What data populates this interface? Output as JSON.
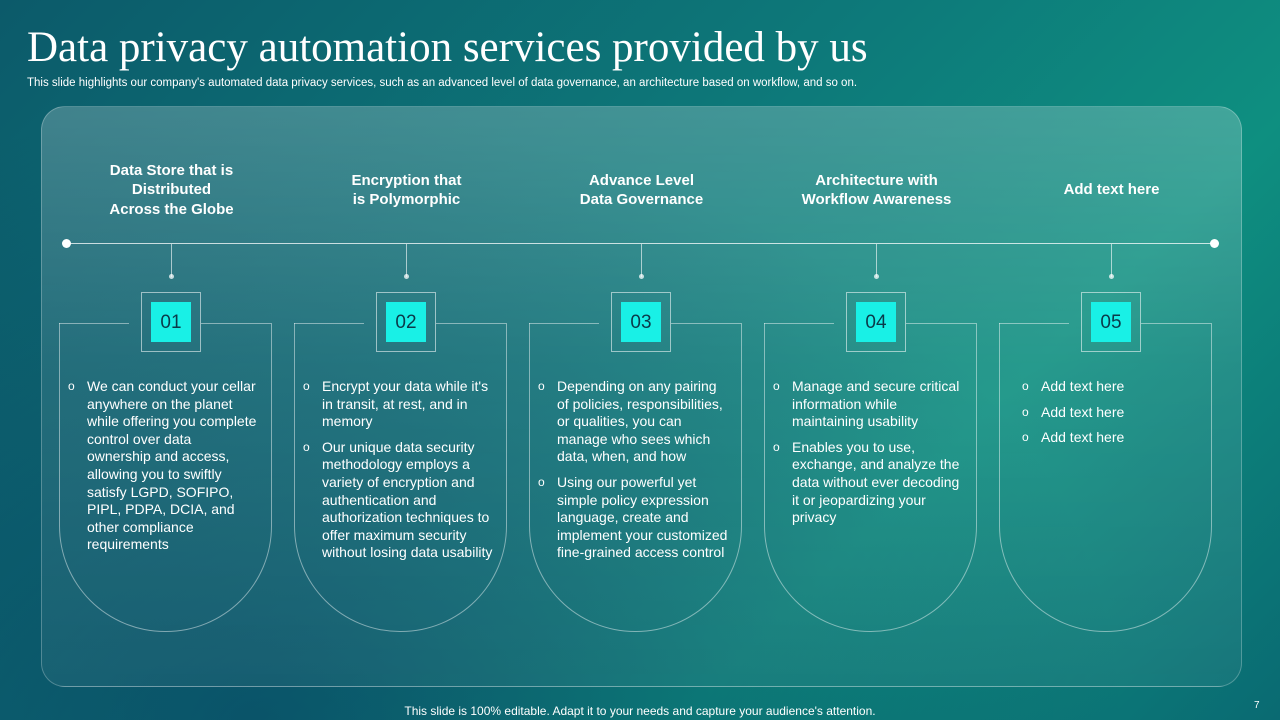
{
  "slide": {
    "title": "Data privacy automation services provided by us",
    "subtitle": "This slide highlights our company's automated data privacy services, such as an advanced level of data governance, an architecture based on workflow, and so on.",
    "footer": "This slide is 100% editable. Adapt it to your needs and capture your audience's attention.",
    "page_number": "7"
  },
  "columns": [
    {
      "heading": "Data Store that is\nDistributed\nAcross the Globe",
      "number": "01",
      "bullets": [
        "We can conduct your cellar anywhere on the planet while offering you complete control over data ownership and access, allowing you to swiftly satisfy LGPD, SOFIPO, PIPL, PDPA, DCIA, and other compliance requirements"
      ]
    },
    {
      "heading": "Encryption that\nis Polymorphic",
      "number": "02",
      "bullets": [
        "Encrypt your data while it's in transit, at rest, and in memory",
        "Our unique data security methodology employs a variety of encryption and authentication and authorization techniques to offer maximum security without losing data usability"
      ]
    },
    {
      "heading": "Advance Level\nData Governance",
      "number": "03",
      "bullets": [
        "Depending on any pairing of policies, responsibilities, or qualities, you can manage who sees which data, when, and how",
        "Using our powerful yet simple policy expression language, create and implement your customized fine-grained access control"
      ]
    },
    {
      "heading": "Architecture with\nWorkflow Awareness",
      "number": "04",
      "bullets": [
        "Manage and secure critical information while maintaining usability",
        "Enables you to use, exchange, and analyze the data without ever decoding it or jeopardizing your privacy"
      ]
    },
    {
      "heading": "Add text here",
      "number": "05",
      "bullets": [
        "Add text here",
        "Add text here",
        "Add text here"
      ]
    }
  ],
  "bullet_marker": "o",
  "colors": {
    "accent": "#19f0e6",
    "background_start": "#0c5a6a",
    "background_end": "#0e8f80"
  }
}
